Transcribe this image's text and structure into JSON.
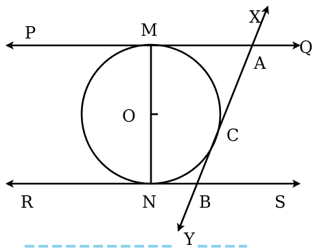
{
  "labels": {
    "P": "P",
    "M": "M",
    "X": "X",
    "Q": "Q",
    "A": "A",
    "O": "O",
    "C": "C",
    "R": "R",
    "N": "N",
    "B": "B",
    "S": "S",
    "Y": "Y"
  },
  "colors": {
    "ink": "#000000",
    "bottom_dashes": "#8fd0ef"
  }
}
